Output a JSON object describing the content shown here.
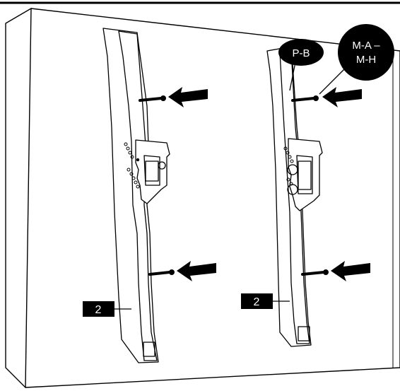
{
  "labels": {
    "part_left": "2",
    "part_right": "2",
    "callout_pb": "P-B",
    "callout_m_line1": "M-A –",
    "callout_m_line2": "M-H"
  },
  "colors": {
    "line": "#000000",
    "background": "#ffffff",
    "label_fill": "#000000",
    "label_text": "#ffffff"
  }
}
